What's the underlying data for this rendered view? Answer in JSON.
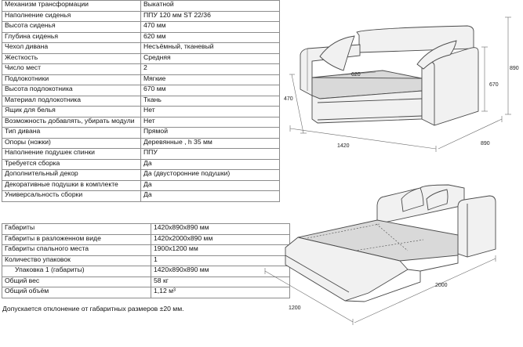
{
  "specs": [
    {
      "label": "Механизм трансформации",
      "value": "Выкатной"
    },
    {
      "label": "Наполнение сиденья",
      "value": "ППУ 120 мм ST 22/36"
    },
    {
      "label": "Высота сиденья",
      "value": "470 мм"
    },
    {
      "label": "Глубина сиденья",
      "value": "620 мм"
    },
    {
      "label": "Чехол дивана",
      "value": "Несъёмный, тканевый"
    },
    {
      "label": "Жесткость",
      "value": "Средняя"
    },
    {
      "label": "Число мест",
      "value": "2"
    },
    {
      "label": "Подлокотники",
      "value": "Мягкие"
    },
    {
      "label": "Высота подлокотника",
      "value": "670 мм"
    },
    {
      "label": "Материал подлокотника",
      "value": "Ткань"
    },
    {
      "label": "Ящик для белья",
      "value": "Нет"
    },
    {
      "label": "Возможность добавлять, убирать модули",
      "value": "Нет"
    },
    {
      "label": "Тип дивана",
      "value": "Прямой"
    },
    {
      "label": "Опоры (ножки)",
      "value": "Деревянные , h 35 мм"
    },
    {
      "label": "Наполнение подушек спинки",
      "value": "ППУ"
    },
    {
      "label": "Требуется сборка",
      "value": "Да"
    },
    {
      "label": "Дополнительный декор",
      "value": "Да (двусторонние подушки)"
    },
    {
      "label": "Декоративные подушки в комплекте",
      "value": "Да"
    },
    {
      "label": "Универсальность сборки",
      "value": "Да"
    }
  ],
  "dimensions": [
    {
      "label": "Габариты",
      "value": "1420х890х890 мм"
    },
    {
      "label": "Габариты в разложенном виде",
      "value": "1420х2000х890 мм"
    },
    {
      "label": "Габариты спального места",
      "value": "1900х1200 мм"
    },
    {
      "label": "Количество упаковок",
      "value": "1"
    },
    {
      "label": "Упаковка 1 (габариты)",
      "value": "1420х890х890 мм"
    },
    {
      "label": "Общий вес",
      "value": "58 кг"
    },
    {
      "label": "Общий объём",
      "value": "1,12 м³"
    }
  ],
  "note": "Допускается отклонение от габаритных размеров ±20 мм.",
  "drawing_top": {
    "seat_depth": "620",
    "seat_height": "470",
    "arm_height": "670",
    "height": "890",
    "width": "1420",
    "depth": "890"
  },
  "drawing_bottom": {
    "length": "2000",
    "width": "1200"
  }
}
